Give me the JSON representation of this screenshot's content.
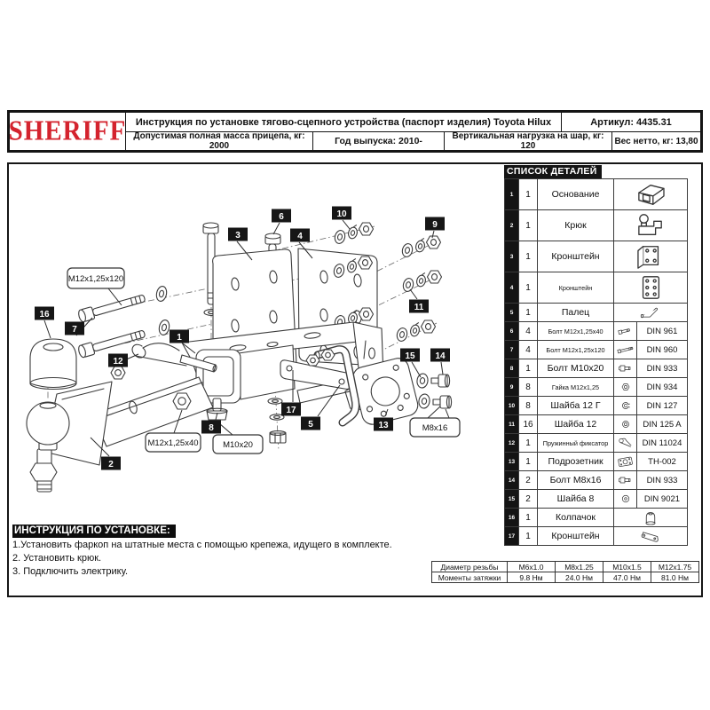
{
  "header": {
    "brand": "SHERIFF",
    "title": "Инструкция по установке тягово-сцепного устройства (паспорт изделия) Toyota Hilux",
    "article": "Артикул: 4435.31",
    "trailer_mass": "Допустимая полная масса прицепа, кг: 2000",
    "year": "Год выпуска: 2010-",
    "vertical_load": "Вертикальная нагрузка на шар, кг: 120",
    "net_weight": "Вес нетто, кг: 13,80"
  },
  "parts": {
    "title": "СПИСОК ДЕТАЛЕЙ",
    "rows": [
      {
        "num": "1",
        "qty": "1",
        "name": "Основание",
        "icon": "base",
        "din": ""
      },
      {
        "num": "2",
        "qty": "1",
        "name": "Крюк",
        "icon": "hook",
        "din": ""
      },
      {
        "num": "3",
        "qty": "1",
        "name": "Кронштейн",
        "icon": "bracket-angle",
        "din": ""
      },
      {
        "num": "4",
        "qty": "1",
        "name": "Кронштейн",
        "icon": "plate",
        "din": ""
      },
      {
        "num": "5",
        "qty": "1",
        "name": "Палец",
        "icon": "pin",
        "din": ""
      },
      {
        "num": "6",
        "qty": "4",
        "name": "Болт M12x1,25x40",
        "icon": "bolt-small",
        "din": "DIN 961"
      },
      {
        "num": "7",
        "qty": "4",
        "name": "Болт M12x1,25x120",
        "icon": "bolt-long",
        "din": "DIN 960"
      },
      {
        "num": "8",
        "qty": "1",
        "name": "Болт M10x20",
        "icon": "bolt-stub",
        "din": "DIN 933"
      },
      {
        "num": "9",
        "qty": "8",
        "name": "Гайка M12x1,25",
        "icon": "nut",
        "din": "DIN 934"
      },
      {
        "num": "10",
        "qty": "8",
        "name": "Шайба 12 Г",
        "icon": "spring-washer",
        "din": "DIN 127"
      },
      {
        "num": "11",
        "qty": "16",
        "name": "Шайба 12",
        "icon": "washer",
        "din": "DIN 125 A"
      },
      {
        "num": "12",
        "qty": "1",
        "name": "Пружинный фиксатор",
        "icon": "clip",
        "din": "DIN 11024"
      },
      {
        "num": "13",
        "qty": "1",
        "name": "Подрозетник",
        "icon": "socket-plate",
        "din": "TH-002"
      },
      {
        "num": "14",
        "qty": "2",
        "name": "Болт M8x16",
        "icon": "bolt-stub",
        "din": "DIN 933"
      },
      {
        "num": "15",
        "qty": "2",
        "name": "Шайба 8",
        "icon": "washer-flat",
        "din": "DIN 9021"
      },
      {
        "num": "16",
        "qty": "1",
        "name": "Колпачок",
        "icon": "cap",
        "din": ""
      },
      {
        "num": "17",
        "qty": "1",
        "name": "Кронштейн",
        "icon": "bracket-small",
        "din": ""
      }
    ]
  },
  "torque": {
    "rows": [
      {
        "label": "Диаметр резьбы",
        "values": [
          "M6x1.0",
          "M8x1.25",
          "M10x1.5",
          "M12x1.75"
        ]
      },
      {
        "label": "Моменты затяжки",
        "values": [
          "9.8 Нм",
          "24.0 Нм",
          "47.0 Нм",
          "81.0 Нм"
        ]
      }
    ]
  },
  "instructions": {
    "title": "ИНСТРУКЦИЯ ПО УСТАНОВКЕ:",
    "steps": [
      "1.Установить фаркоп на штатные места с помощью крепежа, идущего в комплекте.",
      "2. Установить крюк.",
      "3. Подключить электрику."
    ]
  },
  "diagram": {
    "callouts": [
      "1",
      "2",
      "3",
      "4",
      "5",
      "6",
      "7",
      "8",
      "9",
      "10",
      "11",
      "12",
      "13",
      "14",
      "15",
      "16",
      "17"
    ],
    "labels": [
      "M12x1,25x120",
      "M12x1,25x40",
      "M10x20",
      "M8x16"
    ]
  },
  "colors": {
    "brand_red": "#d4232e",
    "ink": "#141414"
  }
}
